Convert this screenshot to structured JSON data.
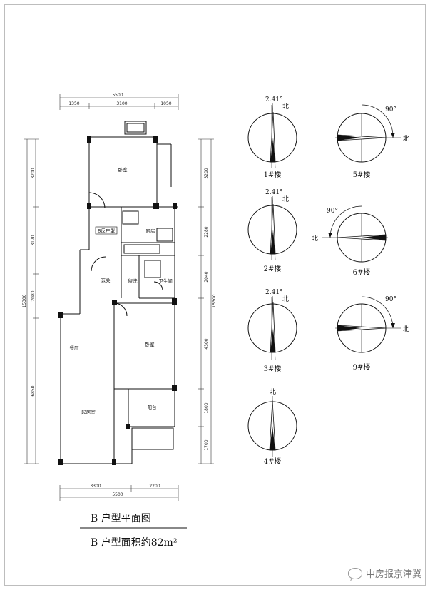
{
  "plan": {
    "dims_top": {
      "total": "5500",
      "seg1": "1350",
      "seg2": "3100",
      "seg3": "1050"
    },
    "dims_bottom": {
      "seg1": "3300",
      "seg2": "2200",
      "total": "5500"
    },
    "dims_left": {
      "d1": "3200",
      "d2": "3170",
      "d3": "2080",
      "d4": "6850",
      "total": "15300"
    },
    "dims_right": {
      "d1": "3200",
      "d2": "2280",
      "d3": "2040",
      "d4": "4300",
      "d5": "1800",
      "d6": "1700",
      "total": "15300"
    },
    "rooms": {
      "bedroom_top": "卧室",
      "unit_tag": "B反户型",
      "kitchen": "厨房",
      "foyer": "玄关",
      "wash": "盥洗",
      "bathroom": "卫生间",
      "dining": "餐厅",
      "bedroom_mid": "卧室",
      "living": "起居室",
      "balcony": "阳台"
    }
  },
  "compasses": [
    {
      "angle": "2.41°",
      "north": "北",
      "label": "1#楼"
    },
    {
      "angle": "2.41°",
      "north": "北",
      "label": "2#楼"
    },
    {
      "angle": "2.41°",
      "north": "北",
      "label": "3#楼"
    },
    {
      "angle": "",
      "north": "北",
      "label": "4#楼"
    },
    {
      "angle": "90°",
      "north": "北",
      "label": "5#楼"
    },
    {
      "angle": "90°",
      "north": "北",
      "label": "6#楼"
    },
    {
      "angle": "90°",
      "north": "北",
      "label": "9#楼"
    }
  ],
  "caption": {
    "title": "B 户型平面图",
    "area": "B 户型面积约82m²"
  },
  "watermark": "中房报京津冀"
}
